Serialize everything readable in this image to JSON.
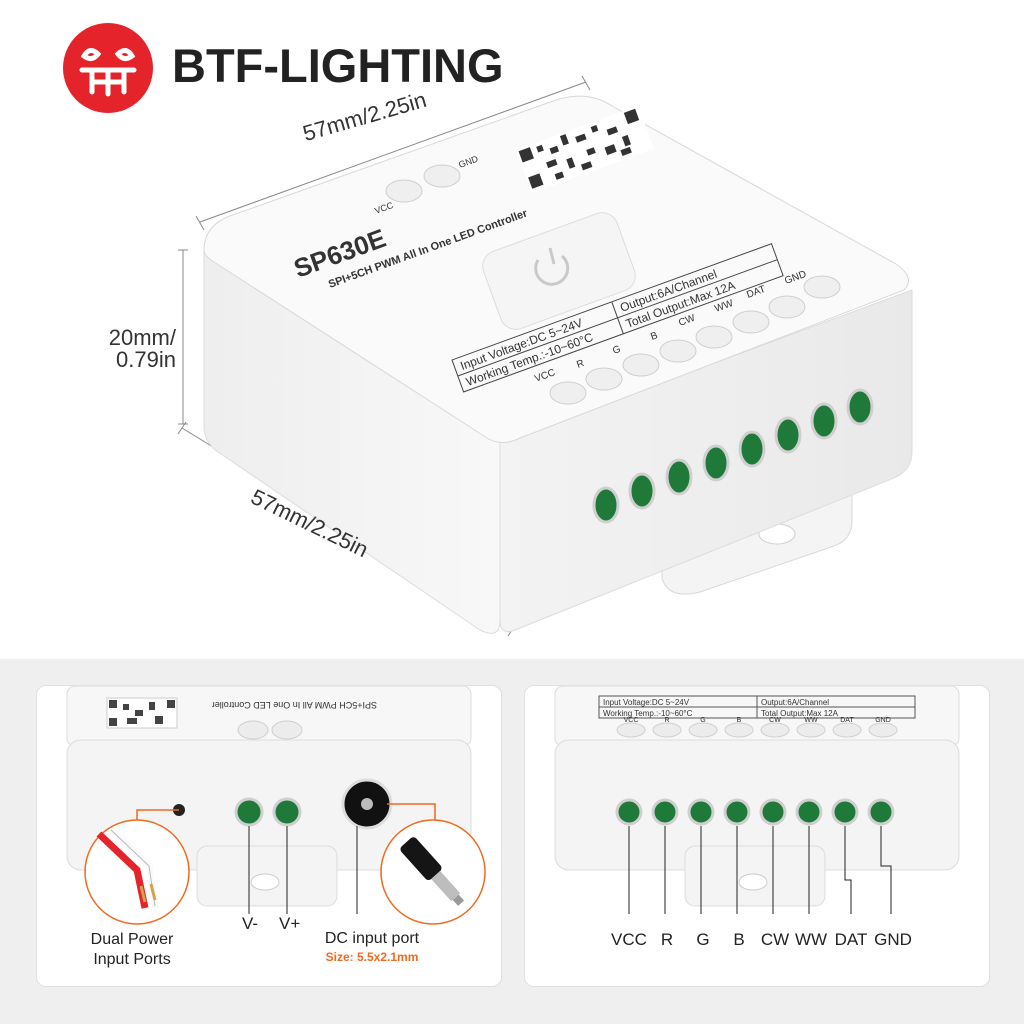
{
  "brand": {
    "name": "BTF-LIGHTING",
    "logo_icon": "btf-logo-icon",
    "logo_color": "#e4232a"
  },
  "dimensions": {
    "length_top": "57mm/2.25in",
    "height": "20mm/ 0.79in",
    "length_bottom": "57mm/2.25in"
  },
  "device": {
    "model": "SP630E",
    "subtitle": "SPI+5CH PWM All In One LED Controller",
    "spec_left_1": "Input Voltage:DC 5~24V",
    "spec_left_2": "Working Temp.:-10~60°C",
    "spec_right_1": "Output:6A/Channel",
    "spec_right_2": "Total Output:Max 12A",
    "power_labels": [
      "VCC",
      "GND"
    ],
    "terminal_labels": [
      "VCC",
      "R",
      "G",
      "B",
      "CW",
      "WW",
      "DAT",
      "GND"
    ],
    "body_color": "#f7f7f7",
    "terminal_color": "#1f7a3a"
  },
  "left_panel": {
    "dual_power": "Dual Power\nInput Ports",
    "v_minus": "V-",
    "v_plus": "V+",
    "dc_port": "DC input port",
    "dc_size": "Size: 5.5x2.1mm",
    "accent": "#f06a1e"
  },
  "right_panel": {
    "pins": [
      "VCC",
      "R",
      "G",
      "B",
      "CW",
      "WW",
      "DAT",
      "GND"
    ]
  }
}
